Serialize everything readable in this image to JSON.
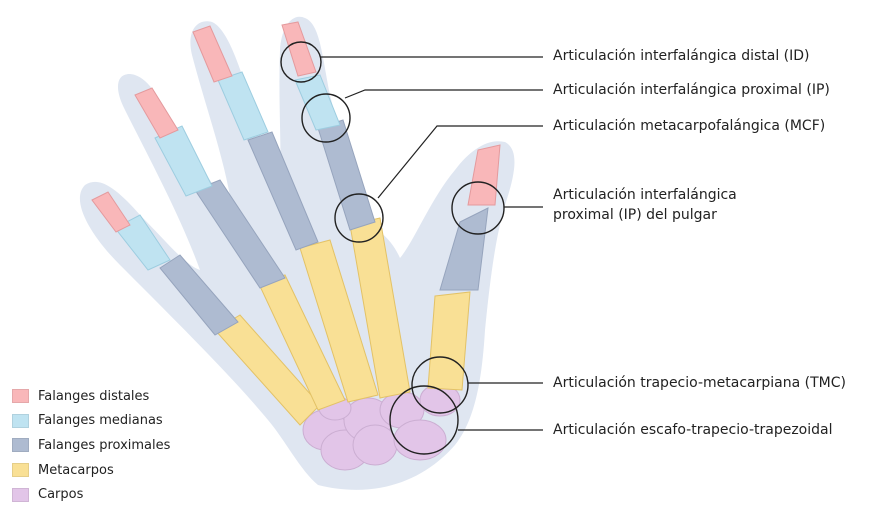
{
  "annotations": {
    "distal_id": "Articulación interfalángica distal (ID)",
    "proximal_ip": "Articulación interfalángica proximal (IP)",
    "mcf": "Articulación metacarpofalángica (MCF)",
    "thumb_ip_line1": "Articulación interfalángica",
    "thumb_ip_line2": "proximal (IP) del pulgar",
    "tmc": "Articulación trapecio-metacarpiana (TMC)",
    "stt": "Articulación escafo-trapecio-trapezoidal"
  },
  "legend": [
    {
      "label": "Falanges distales",
      "color": "#f9b7b9"
    },
    {
      "label": "Falanges medianas",
      "color": "#bfe3f1"
    },
    {
      "label": "Falanges proximales",
      "color": "#aebbd1"
    },
    {
      "label": "Metacarpos",
      "color": "#f9e095"
    },
    {
      "label": "Carpos",
      "color": "#e2c5e8"
    }
  ],
  "colors": {
    "hand_silhouette": "#dfe6f1",
    "outline": "#222222"
  }
}
